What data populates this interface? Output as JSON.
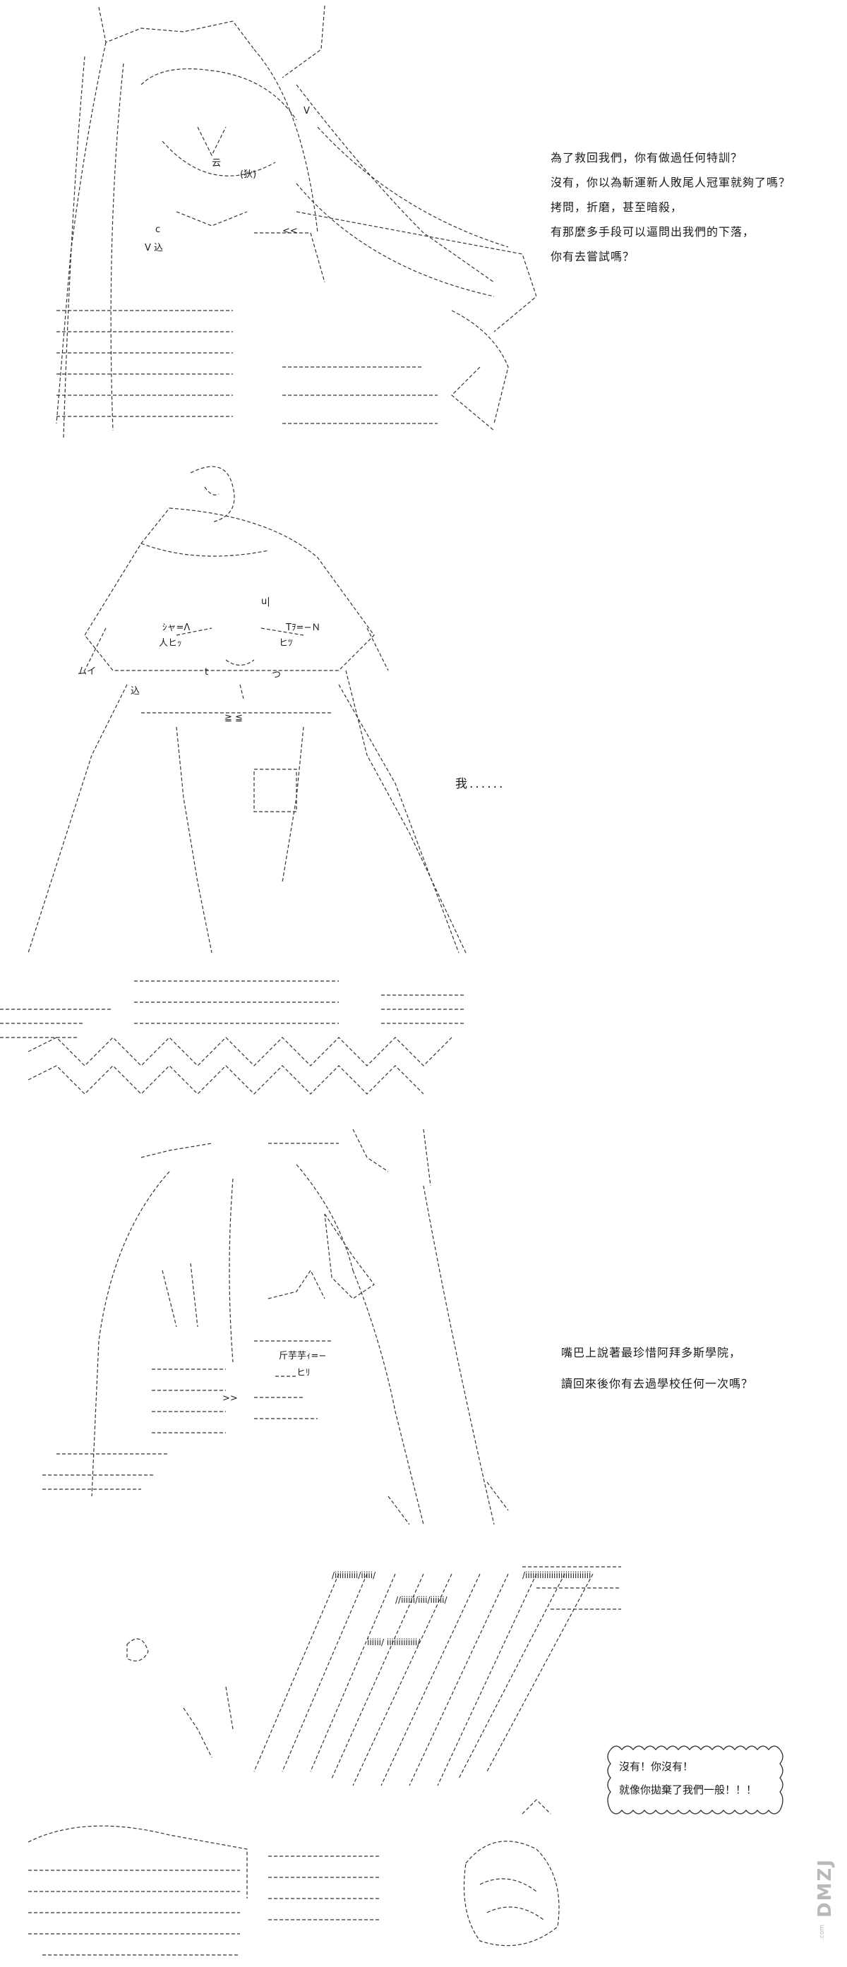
{
  "panels": [
    {
      "dialog": [
        "為了救回我們，你有做過任何特訓？",
        "沒有，你以為斬運新人敗尾人冠軍就夠了嗎？",
        "拷問，折磨，甚至暗殺，",
        "有那麼多手段可以逼問出我們的下落，",
        "你有去嘗試嗎？"
      ],
      "art_text": [
        "云",
        "(狄)",
        "V",
        "c",
        "V 込",
        "<<"
      ]
    },
    {
      "dialog": [
        "我......"
      ],
      "art_text": [
        "u|",
        "ｼャ=Λ",
        "Tｦ=−Ｎ",
        "人ヒｯ",
        "ヒﾂ",
        "ムイ",
        "t",
        "つ",
        "込",
        "≧ ≦"
      ]
    },
    {
      "dialog": [
        "嘴巴上說著最珍惜阿拜多斯學院，",
        "讀回來後你有去過學校任何一次嗎？"
      ],
      "art_text": [
        "斤芋芋ｨ=−",
        "ヒﾘ",
        ">>"
      ]
    },
    {
      "bubble": [
        "沒有！你沒有！",
        "就像你拋棄了我們一般！！！"
      ],
      "art_text": [
        "/iiiiiiiiii/iiiii/",
        "/iiiiiiiiiiiiiiiiiiiiiiiiiiii",
        "//iiiiii/iiii/iiiiii/",
        "iiiiii/ iiiiiiiiiiiii/"
      ]
    }
  ],
  "watermark": {
    "brand": "DMZJ",
    "sub": ".com"
  }
}
